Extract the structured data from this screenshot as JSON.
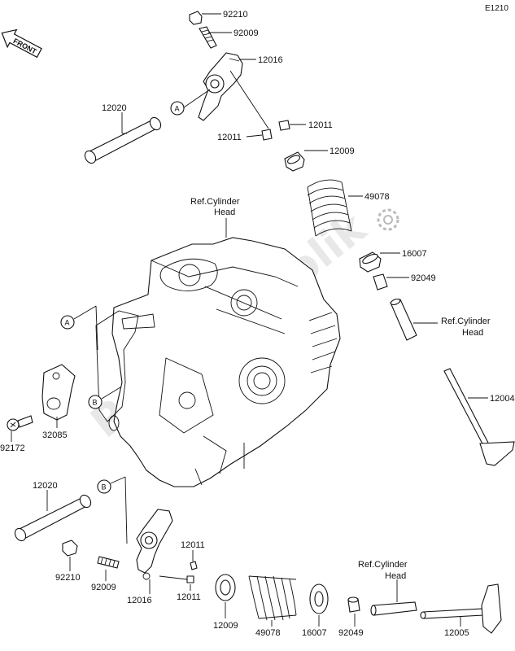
{
  "diagram": {
    "code": "E1210",
    "front_label": "FRONT",
    "watermark": "PartsRepublik",
    "refs": {
      "top": [
        "Ref.Cylinder",
        "Head"
      ],
      "right": [
        "Ref.Cylinder",
        "Head"
      ],
      "bottom": [
        "Ref.Cylinder",
        "Head"
      ]
    },
    "callouts": [
      "A",
      "A",
      "B",
      "B"
    ],
    "part_numbers": [
      "92210",
      "92009",
      "12016",
      "12020",
      "12011",
      "12011",
      "12009",
      "49078",
      "16007",
      "92049",
      "12004",
      "32085",
      "92172",
      "12020",
      "92210",
      "92009",
      "12016",
      "12011",
      "12011",
      "12009",
      "49078",
      "16007",
      "92049",
      "12005"
    ]
  }
}
